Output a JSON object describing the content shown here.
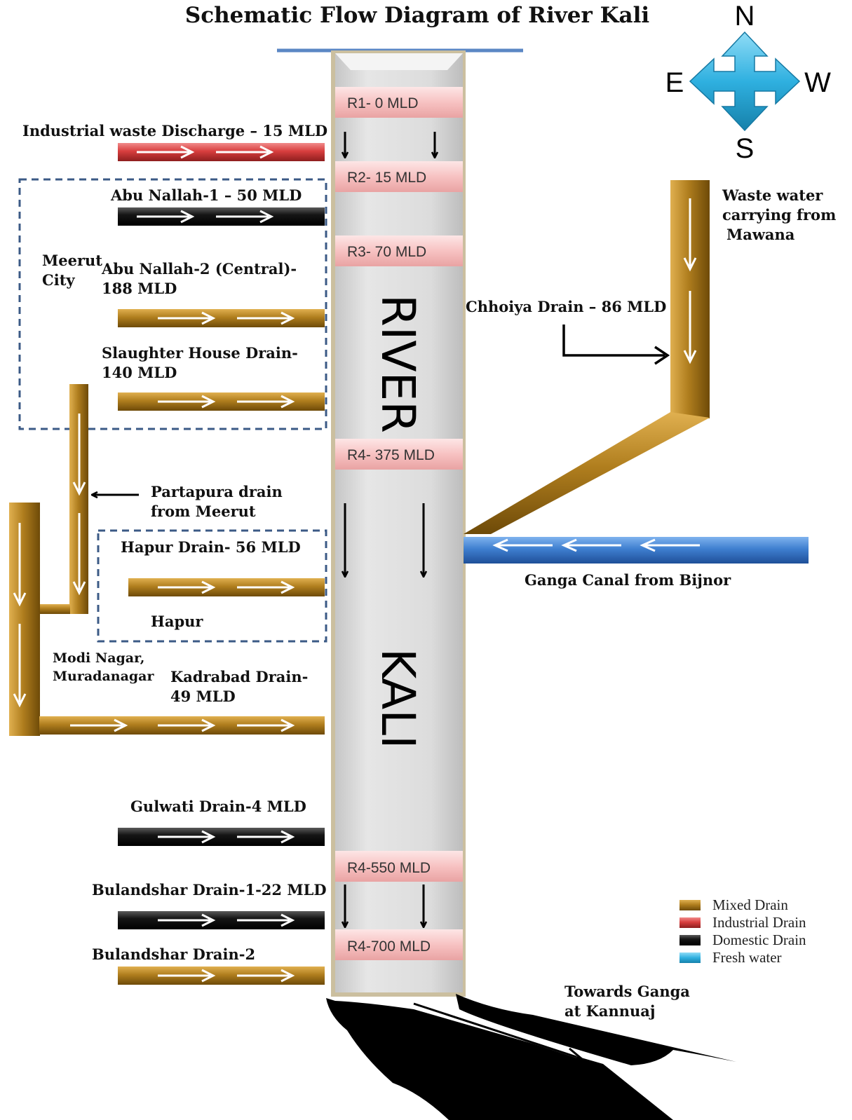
{
  "title": "Schematic Flow Diagram of River Kali",
  "compass": {
    "north": "N",
    "south": "S",
    "east": "E",
    "west": "W"
  },
  "river": {
    "word1": "RIVER",
    "word2": "KALI"
  },
  "reaches": {
    "r1": "R1- 0 MLD",
    "r2": "R2- 15 MLD",
    "r3": "R3- 70 MLD",
    "r4a": "R4- 375 MLD",
    "r4b": "R4-550 MLD",
    "r4c": "R4-700 MLD"
  },
  "drains": {
    "industrial": "Industrial waste Discharge – 15 MLD",
    "abu1": "Abu Nallah-1 – 50 MLD",
    "abu2_l1": "Abu Nallah-2 (Central)-",
    "abu2_l2": "188 MLD",
    "slaughter_l1": "Slaughter House Drain-",
    "slaughter_l2": "140 MLD",
    "partapura_l1": "Partapura drain",
    "partapura_l2": "from Meerut",
    "hapur_drain": "Hapur Drain- 56 MLD",
    "kadrabad_l1": "Kadrabad Drain-",
    "kadrabad_l2": "49 MLD",
    "gulwati": "Gulwati  Drain-4 MLD",
    "bulandshar1": "Bulandshar Drain-1-22 MLD",
    "bulandshar2": "Bulandshar Drain-2",
    "chhoiya": "Chhoiya Drain – 86 MLD",
    "mawana_l1": "Waste water",
    "mawana_l2": "carrying from",
    "mawana_l3": "Mawana",
    "ganga_canal": "Ganga Canal from Bijnor",
    "towards_l1": "Towards Ganga",
    "towards_l2": "at Kannuaj"
  },
  "places": {
    "meerut_l1": "Meerut",
    "meerut_l2": "City",
    "hapur": "Hapur",
    "modi_l1": "Modi Nagar,",
    "modi_l2": "Muradanagar"
  },
  "legend": {
    "items": [
      {
        "label": "Mixed Drain",
        "color": "#9a6a12"
      },
      {
        "label": "Industrial Drain",
        "color": "#c83a3a"
      },
      {
        "label": "Domestic Drain",
        "color": "#111111"
      },
      {
        "label": "Fresh water",
        "color": "#33b5e0"
      }
    ]
  },
  "colors": {
    "mixed": "#9a6a12",
    "industrial": "#cc3b3b",
    "domestic": "#151515",
    "fresh": "#3d7fd0",
    "river": "#dcdcdc",
    "reach_band": "#f7c4c4",
    "compass": "#33b5e0",
    "dashed_box": "#3b5a86"
  }
}
